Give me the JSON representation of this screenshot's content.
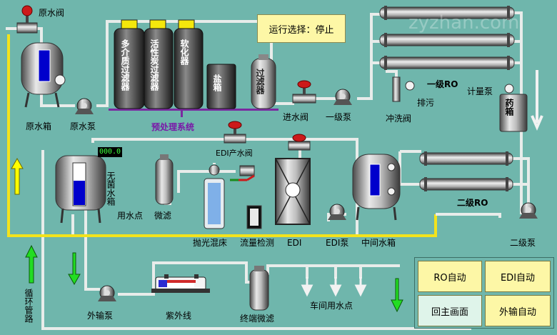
{
  "status": {
    "label": "运行选择",
    "colon": "：",
    "value": "停止"
  },
  "level_readout": "000.0",
  "labels": {
    "raw_valve": "原水阀",
    "raw_tank": "原水箱",
    "raw_pump": "原水泵",
    "multi_filter": "多介质过滤器",
    "carbon_filter": "活性炭过滤器",
    "softener": "软化器",
    "salt_tank": "盐箱",
    "security_filter": "过滤器",
    "pretreatment": "预处理系统",
    "inlet_valve": "进水阀",
    "stage1_pump": "一级泵",
    "ro1": "一级RO",
    "drain": "排污",
    "flush_valve": "冲洗阀",
    "dosing_pump": "计量泵",
    "chem_tank": "药箱",
    "edi_valve": "EDI产水阀",
    "sterile_tank": "无菌水箱",
    "use_point": "用水点",
    "micro_filter": "微滤",
    "polish_bed": "抛光混床",
    "flow_detect": "流量检测",
    "edi": "EDI",
    "edi_pump": "EDI泵",
    "mid_tank": "中间水箱",
    "ro2": "二级RO",
    "stage2_pump": "二级泵",
    "circ_pipe": "循环管路",
    "out_pump": "外输泵",
    "uv": "紫外线",
    "final_filter": "终端微滤",
    "workshop_point": "车间用水点"
  },
  "buttons": {
    "ro_auto": "RO自动",
    "edi_auto": "EDI自动",
    "main_screen": "回主画面",
    "export_auto": "外输自动"
  },
  "watermark": "zyzhan.com",
  "colors": {
    "background": "#6fb6ac",
    "pipe": "#e8ecea",
    "return_pipe": "#f3e31c",
    "level": "#0000cc",
    "valve": "#cc1a1a",
    "button": "#fdf7a6"
  }
}
